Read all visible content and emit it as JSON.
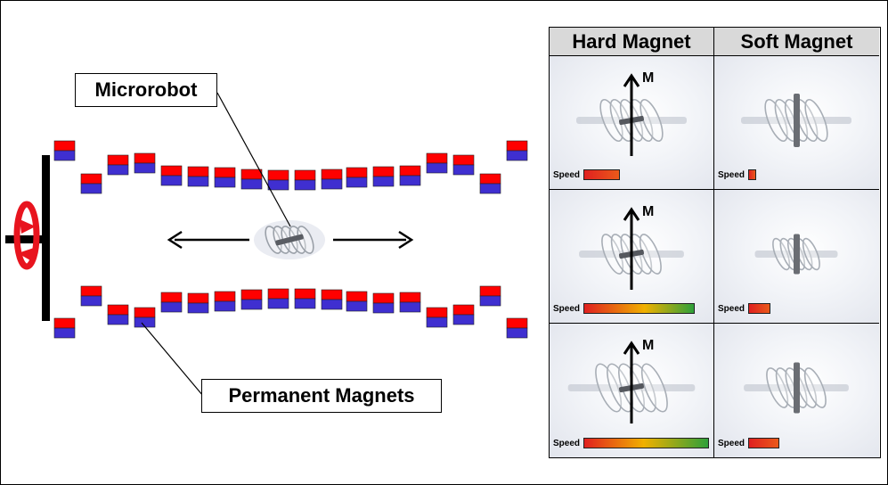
{
  "labels": {
    "microrobot": "Microrobot",
    "magnets": "Permanent Magnets"
  },
  "table": {
    "headers": [
      "Hard Magnet",
      "Soft Magnet"
    ],
    "moment_label": "M",
    "speed_label": "Speed",
    "rows": [
      {
        "hard_speed": 0.33,
        "soft_speed": 0.07
      },
      {
        "hard_speed": 1.0,
        "soft_speed": 0.2
      },
      {
        "hard_speed": 1.13,
        "soft_speed": 0.28
      }
    ]
  },
  "colors": {
    "magnet_north": "#ff0000",
    "magnet_south": "#3f2fd0",
    "speed_low": "#e02020",
    "speed_mid": "#f0b000",
    "speed_high": "#2ea03a",
    "rotation_arrow": "#e8141e",
    "header_bg": "#d9d9d9"
  }
}
